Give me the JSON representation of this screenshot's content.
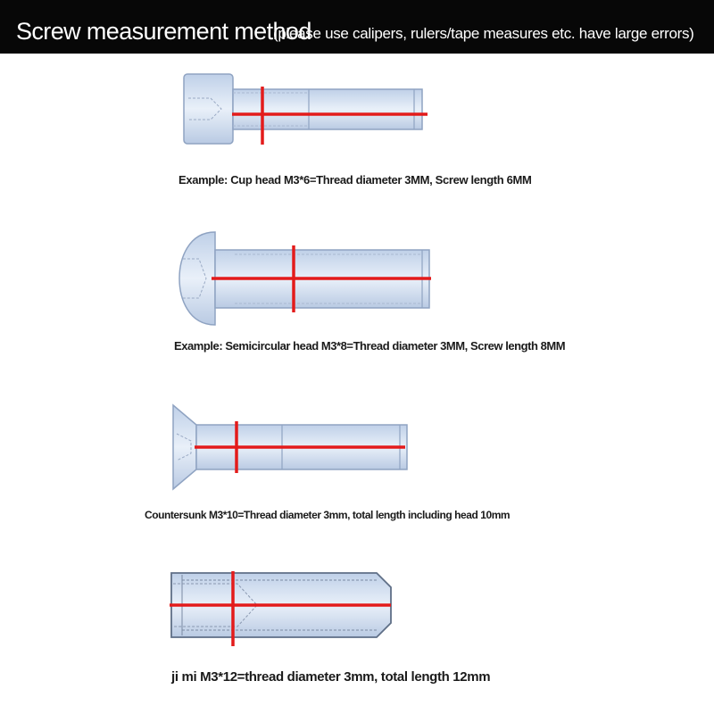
{
  "header": {
    "title": "Screw measurement method",
    "subtitle": "(please use calipers, rulers/tape measures etc. have large errors)"
  },
  "examples": [
    {
      "icon": "cup-head-screw-icon",
      "caption": "Example: Cup head M3*6=Thread diameter 3MM, Screw length 6MM"
    },
    {
      "icon": "semicircular-head-screw-icon",
      "caption": "Example: Semicircular head M3*8=Thread diameter 3MM, Screw length 8MM"
    },
    {
      "icon": "countersunk-screw-icon",
      "caption": "Countersunk M3*10=Thread diameter 3mm, total length including head 10mm"
    },
    {
      "icon": "set-screw-icon",
      "caption": "ji mi M3*12=thread diameter 3mm, total length 12mm"
    }
  ],
  "colors": {
    "header_background": "#070707",
    "header_text": "#ffffff",
    "screw_fill": "#d7e3f2",
    "screw_outline": "#8fa3c2",
    "measure_line": "#e31b1b"
  }
}
